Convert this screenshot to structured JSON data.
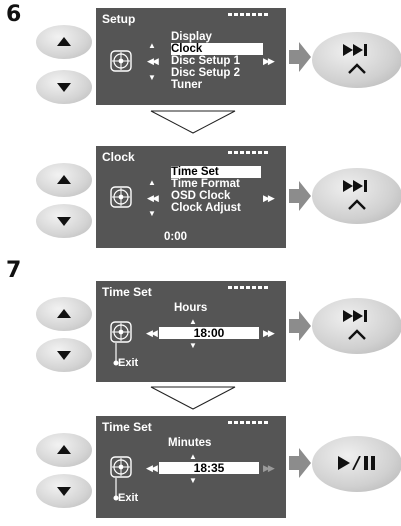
{
  "step_numbers": [
    "6",
    "7"
  ],
  "screens": {
    "setup": {
      "title": "Setup",
      "items": [
        "Display",
        "Clock",
        "Disc Setup 1",
        "Disc Setup 2",
        "Tuner"
      ],
      "selected": "Clock"
    },
    "clock": {
      "title": "Clock",
      "items": [
        "Time Set",
        "Time Format",
        "OSD Clock",
        "Clock Adjust"
      ],
      "selected": "Time Set",
      "time": "0:00"
    },
    "hours": {
      "title": "Time Set",
      "label": "Hours",
      "value": "18:00",
      "exit": "Exit"
    },
    "minutes": {
      "title": "Time Set",
      "label": "Minutes",
      "value": "18:35",
      "exit": "Exit"
    }
  },
  "icons": {
    "up": "up-triangle-icon",
    "down": "down-triangle-icon",
    "next": "skip-next-icon",
    "prev": "skip-prev-icon",
    "chevron": "chevron-up-icon",
    "play_pause": "play-pause-icon",
    "joystick": "control-stick-icon"
  },
  "colors": {
    "screen_bg": "#555555",
    "button": "#d0d0d0",
    "arrow": "#8c8c8c"
  }
}
